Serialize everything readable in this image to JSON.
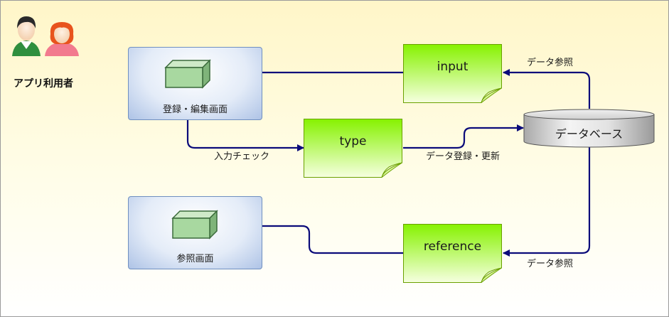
{
  "actor": {
    "label": "アプリ利用者",
    "icon": "users-icon"
  },
  "screens": {
    "edit": {
      "label": "登録・編集画面",
      "icon": "box-icon"
    },
    "reference": {
      "label": "参照画面",
      "icon": "box-icon"
    }
  },
  "notes": {
    "input": {
      "label": "input"
    },
    "type": {
      "label": "type"
    },
    "reference": {
      "label": "reference"
    }
  },
  "database": {
    "label": "データベース"
  },
  "edges": {
    "db_to_input": "データ参照",
    "edit_to_type": "入力チェック",
    "type_to_db": "データ登録・更新",
    "db_to_reference": "データ参照"
  },
  "colors": {
    "arrow": "#0b0b7a",
    "note_fill_top": "#86f200",
    "note_fill_bottom": "#f6ffe0",
    "screen_border": "#6f8fc0",
    "box_fill": "#a8d8a0"
  }
}
